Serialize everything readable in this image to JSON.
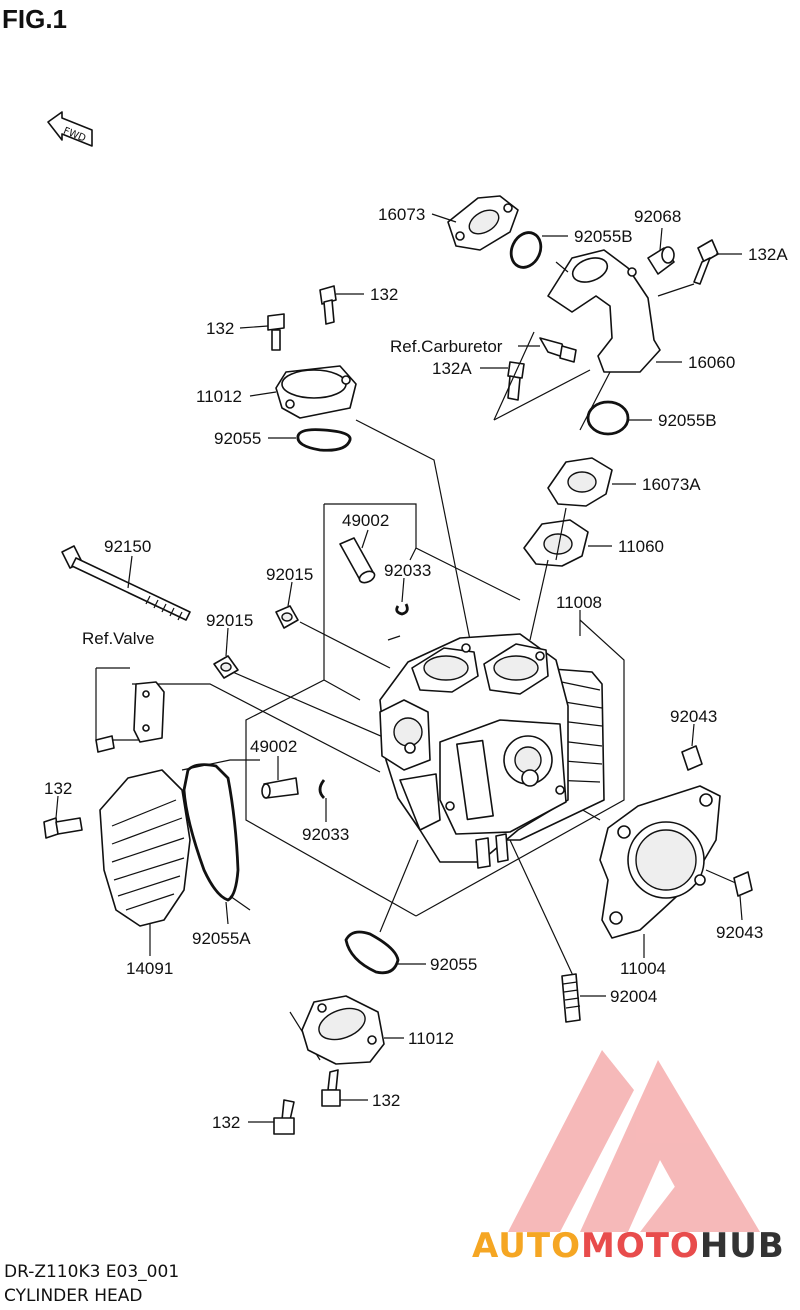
{
  "header": {
    "figure": "FIG.1"
  },
  "direction_marker": "FWD",
  "footer": {
    "model_code": "DR-Z110K3 E03_001",
    "section": "CYLINDER HEAD"
  },
  "watermark": {
    "part_a": "AUTO",
    "part_b": "MOTO",
    "part_c": "HUB",
    "colors": {
      "auto": "#f5a623",
      "moto": "#e84c4c",
      "hub": "#333333",
      "logo": "#f08080"
    }
  },
  "labels": {
    "l16073": "16073",
    "l92055B_top": "92055B",
    "l92068": "92068",
    "l132A_top": "132A",
    "l132_a": "132",
    "l132_b": "132",
    "ref_carb": "Ref.Carburetor",
    "l132A_mid": "132A",
    "l16060": "16060",
    "l11012_top": "11012",
    "l92055B_mid": "92055B",
    "l92055_top": "92055",
    "l16073A": "16073A",
    "l49002_top": "49002",
    "l11060": "11060",
    "l92150": "92150",
    "l92015_a": "92015",
    "l92033_top": "92033",
    "l11008": "11008",
    "l92015_b": "92015",
    "ref_valve": "Ref.Valve",
    "l92043_top": "92043",
    "l49002_mid": "49002",
    "l132_left": "132",
    "l92033_mid": "92033",
    "l92055A": "92055A",
    "l14091": "14091",
    "l11004": "11004",
    "l92043_bot": "92043",
    "l92055_bot": "92055",
    "l92004": "92004",
    "l11012_bot": "11012",
    "l132_bot_r": "132",
    "l132_bot_l": "132"
  }
}
